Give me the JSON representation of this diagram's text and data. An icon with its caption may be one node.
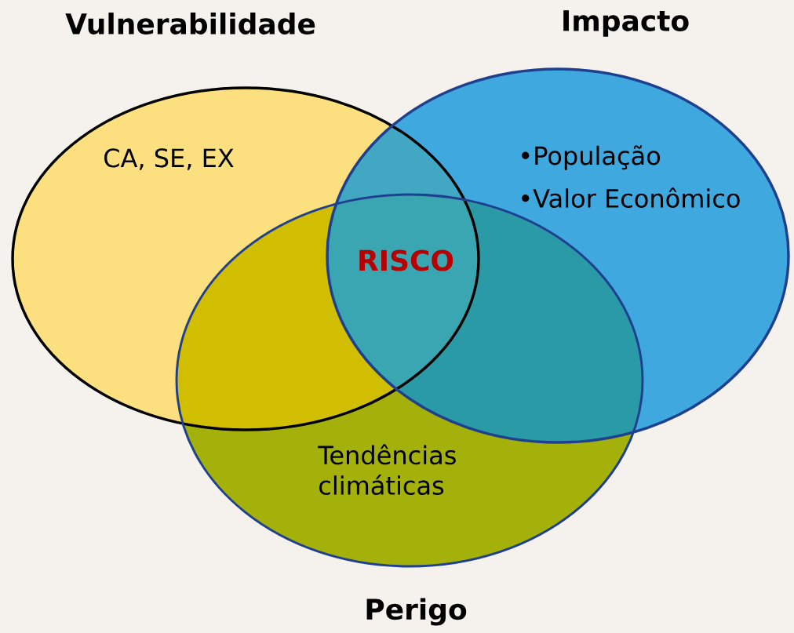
{
  "diagram": {
    "nodes": [
      {
        "text": [
          "Vulnerabilidade",
          "CA, SE, EX"
        ]
      },
      {
        "text": [
          "Impacto",
          "•População",
          "•Valor Econômico"
        ]
      },
      {
        "text": [
          "Tendências climáticas",
          "Perigo"
        ]
      }
    ],
    "labels": [
      "RISCO"
    ]
  }
}
